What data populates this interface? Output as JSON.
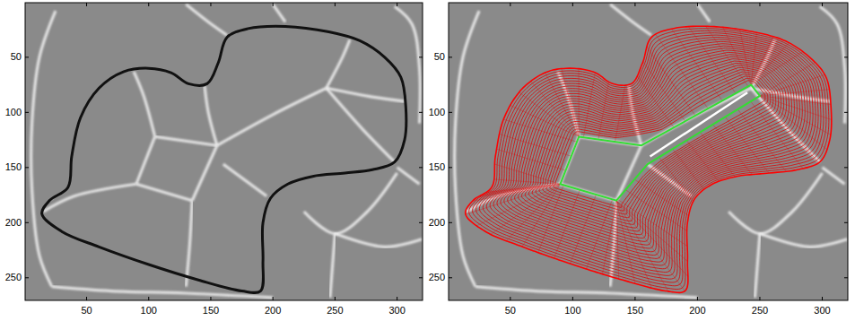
{
  "diagram": {
    "labels": [
      "50",
      "100",
      "150",
      "200",
      "250",
      "50",
      "100",
      "150",
      "200",
      "250",
      "300",
      "50",
      "100",
      "150",
      "200",
      "250",
      "50",
      "100",
      "150",
      "200",
      "250",
      "300"
    ]
  }
}
